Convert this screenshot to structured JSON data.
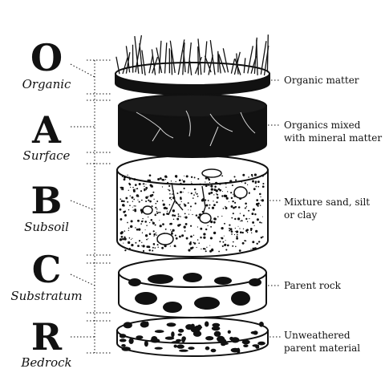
{
  "horizons": [
    {
      "letter": "O",
      "name": "Organic",
      "description": [
        "Organic matter"
      ]
    },
    {
      "letter": "A",
      "name": "Surface",
      "description": [
        "Organics mixed",
        "with mineral matter"
      ]
    },
    {
      "letter": "B",
      "name": "Subsoil",
      "description": [
        "Mixture sand, silt",
        "or clay"
      ]
    },
    {
      "letter": "C",
      "name": "Substratum",
      "description": [
        "Parent rock"
      ]
    },
    {
      "letter": "R",
      "name": "Bedrock",
      "description": [
        "Unweathered",
        "parent material"
      ]
    }
  ],
  "colors": {
    "ink": "#111111",
    "paper": "#ffffff"
  },
  "icons": [
    "grass-icon",
    "roots-icon",
    "rock-icon",
    "pebble-icon"
  ]
}
